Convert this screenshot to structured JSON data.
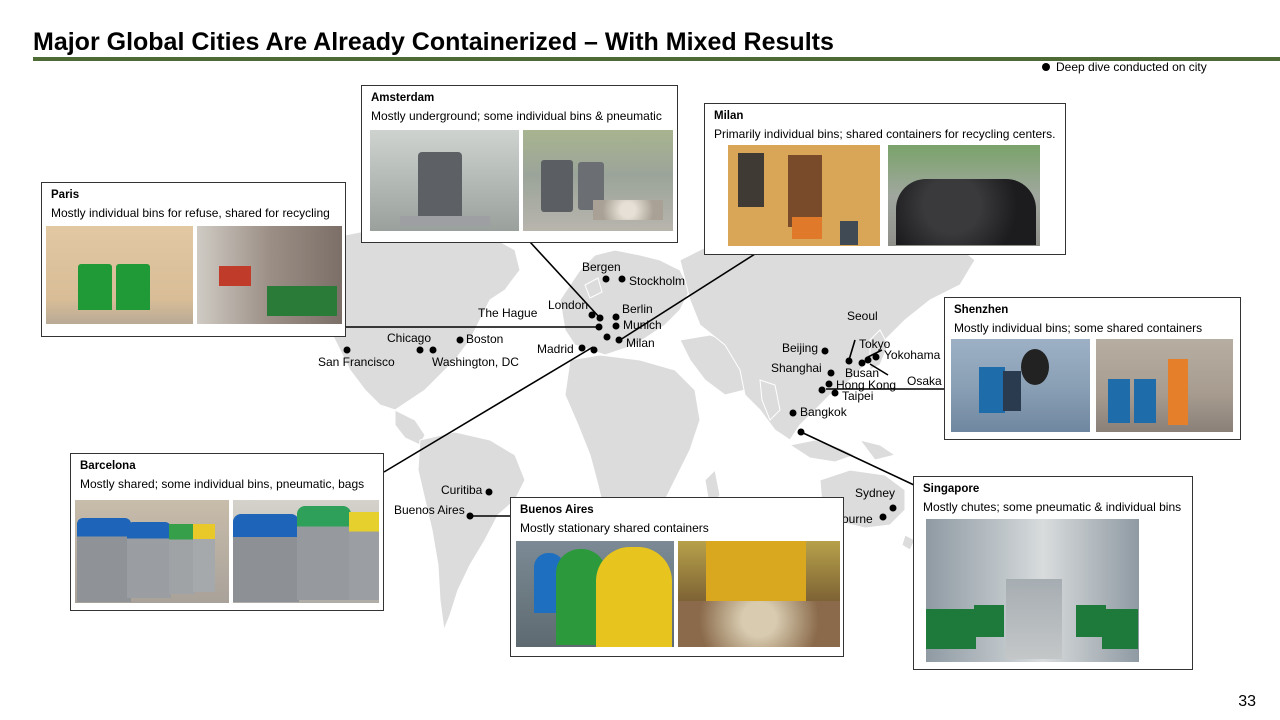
{
  "title": "Major Global Cities Are Already Containerized – With Mixed Results",
  "legend": {
    "label": "Deep dive conducted on city"
  },
  "page_number": "33",
  "map_labels": {
    "bergen": "Bergen",
    "stockholm": "Stockholm",
    "london": "London",
    "berlin": "Berlin",
    "the_hague": "The Hague",
    "munich": "Munich",
    "madrid": "Madrid",
    "milan": "Milan",
    "chicago": "Chicago",
    "boston": "Boston",
    "san_francisco": "San Francisco",
    "washington": "Washington, DC",
    "seoul": "Seoul",
    "beijing": "Beijing",
    "tokyo": "Tokyo",
    "yokohama": "Yokohama",
    "shanghai": "Shanghai",
    "busan": "Busan",
    "osaka": "Osaka",
    "hong_kong": "Hong Kong",
    "taipei": "Taipei",
    "bangkok": "Bangkok",
    "curitiba": "Curitiba",
    "buenos_aires": "Buenos Aires",
    "sydney": "Sydney",
    "melbourne_partial": "ourne"
  },
  "cities": {
    "amsterdam": {
      "name": "Amsterdam",
      "desc": "Mostly underground; some individual bins & pneumatic"
    },
    "milan": {
      "name": "Milan",
      "desc": "Primarily individual bins; shared containers for recycling centers."
    },
    "paris": {
      "name": "Paris",
      "desc": "Mostly individual bins for refuse, shared for recycling"
    },
    "shenzhen": {
      "name": "Shenzhen",
      "desc": "Mostly individual bins; some shared containers"
    },
    "barcelona": {
      "name": "Barcelona",
      "desc": "Mostly shared; some individual bins, pneumatic, bags"
    },
    "buenos_aires": {
      "name": "Buenos Aires",
      "desc": "Mostly stationary shared containers"
    },
    "singapore": {
      "name": "Singapore",
      "desc": "Mostly chutes; some pneumatic & individual bins"
    }
  }
}
